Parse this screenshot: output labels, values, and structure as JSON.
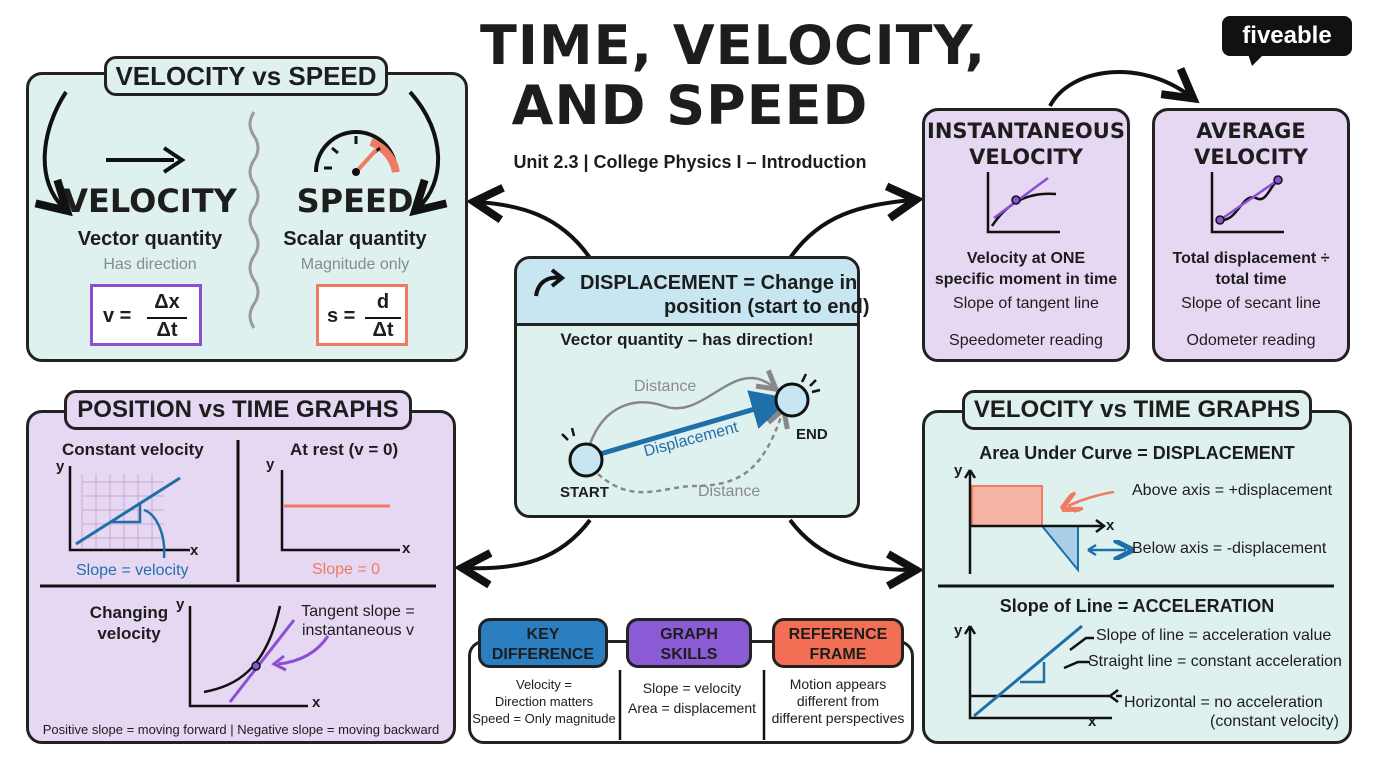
{
  "title": {
    "line1": "TIME, VELOCITY,",
    "line2": "AND SPEED",
    "subtitle": "Unit 2.3 | College Physics I – Introduction"
  },
  "logo": "fiveable",
  "vs": {
    "heading": "VELOCITY vs SPEED",
    "velocity": {
      "name": "VELOCITY",
      "type": "Vector quantity",
      "note": "Has direction",
      "lhs": "v =",
      "num": "Δx",
      "den": "Δt"
    },
    "speed": {
      "name": "SPEED",
      "type": "Scalar quantity",
      "note": "Magnitude only",
      "lhs": "s =",
      "num": "d",
      "den": "Δt"
    }
  },
  "displacement": {
    "heading": "DISPLACEMENT",
    "def_line1": "= Change in",
    "def_line2": "position (start to end)",
    "sub": "Vector quantity – has direction!",
    "distance_top": "Distance",
    "distance_bottom": "Distance",
    "disp_label": "Displacement",
    "start": "START",
    "end": "END"
  },
  "inst": {
    "title1": "INSTANTANEOUS",
    "title2": "VELOCITY",
    "d1": "Velocity at ONE",
    "d2": "specific moment in time",
    "slope": "Slope of tangent line",
    "reading": "Speedometer reading"
  },
  "avg": {
    "title1": "AVERAGE",
    "title2": "VELOCITY",
    "d1": "Total displacement ÷",
    "d2": "total time",
    "slope": "Slope of secant line",
    "reading": "Odometer reading"
  },
  "pos": {
    "heading": "POSITION vs TIME GRAPHS",
    "g1": {
      "title": "Constant velocity",
      "caption": "Slope = velocity"
    },
    "g2": {
      "title": "At rest (v = 0)",
      "caption": "Slope = 0"
    },
    "g3": {
      "title1": "Changing",
      "title2": "velocity",
      "note1": "Tangent slope =",
      "note2": "instantaneous v"
    },
    "footer": "Positive slope = moving forward | Negative slope = moving backward",
    "x": "x",
    "y": "y"
  },
  "vel": {
    "heading": "VELOCITY vs TIME GRAPHS",
    "area_title": "Area Under Curve = DISPLACEMENT",
    "above": "Above axis = +displacement",
    "below": "Below axis = -displacement",
    "slope_title": "Slope of Line = ACCELERATION",
    "s1": "Slope of line = acceleration value",
    "s2": "Straight line = constant acceleration",
    "s3": "Horizontal = no acceleration",
    "s4": "(constant velocity)",
    "x": "x",
    "y": "y"
  },
  "summary": {
    "key": {
      "t1": "KEY",
      "t2": "DIFFERENCE",
      "l1": "Velocity =",
      "l2": "Direction matters",
      "l3": "Speed = Only magnitude"
    },
    "graph": {
      "t1": "GRAPH",
      "t2": "SKILLS",
      "l1": "Slope = velocity",
      "l2": "Area = displacement"
    },
    "ref": {
      "t1": "REFERENCE",
      "t2": "FRAME",
      "l1": "Motion appears",
      "l2": "different from",
      "l3": "different perspectives"
    }
  },
  "colors": {
    "mint": "#dff1ee",
    "lavender": "#e6d8f3",
    "blue": "#1f6fa8",
    "purple": "#8b4fd6",
    "coral": "#f07a62"
  }
}
